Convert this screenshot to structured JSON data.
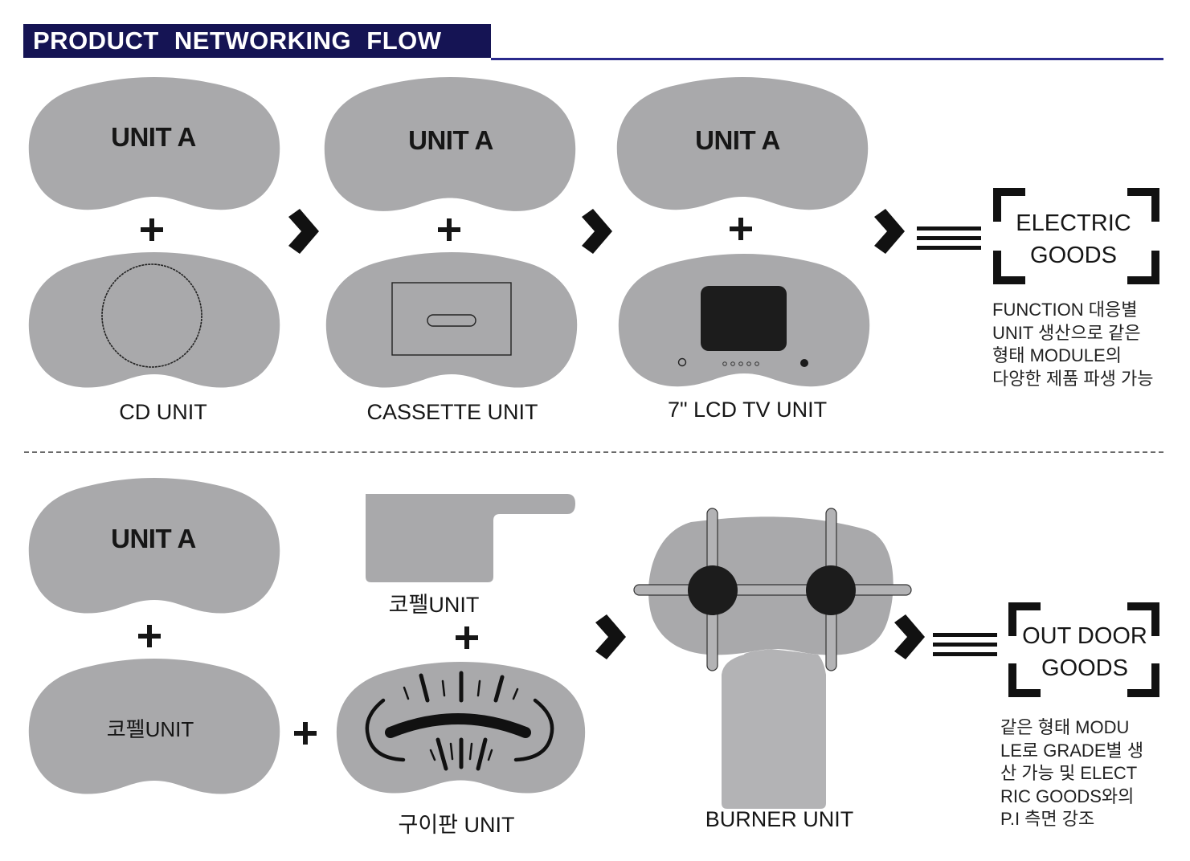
{
  "header": {
    "title": "PRODUCT  NETWORKING  FLOW"
  },
  "colors": {
    "title_bg": "#151454",
    "title_rule": "#2a2a8c",
    "unit_fill": "#a9a9ab",
    "ink": "#161616"
  },
  "top_flow": {
    "base_label": "UNIT A",
    "operator": "+",
    "step_arrow": "›",
    "units": [
      {
        "label": "CD UNIT",
        "icon": "cd-disc-icon"
      },
      {
        "label": "CASSETTE  UNIT",
        "icon": "cassette-deck-icon"
      },
      {
        "label": "7\" LCD TV UNIT",
        "icon": "lcd-tv-icon"
      }
    ],
    "result": {
      "lines": [
        "ELECTRIC",
        "GOODS"
      ],
      "description": [
        "FUNCTION 대응별",
        "UNIT 생산으로 같은",
        "형태 MODULE의",
        "다양한 제품 파생 가능"
      ]
    }
  },
  "bottom_flow": {
    "base_label": "UNIT A",
    "operator": "+",
    "module_label": "코펠UNIT",
    "units": [
      {
        "label": "코펠UNIT",
        "icon": "cookware-pan-icon"
      },
      {
        "label": "구이판 UNIT",
        "icon": "grill-plate-icon"
      },
      {
        "label": "BURNER UNIT",
        "icon": "gas-burner-icon"
      }
    ],
    "result": {
      "lines": [
        "OUT DOOR",
        "GOODS"
      ],
      "description": [
        "같은 형태 MODU",
        "LE로 GRADE별 생",
        "산 가능 및 ELECT",
        "RIC GOODS와의",
        "P.I 측면 강조"
      ]
    }
  }
}
